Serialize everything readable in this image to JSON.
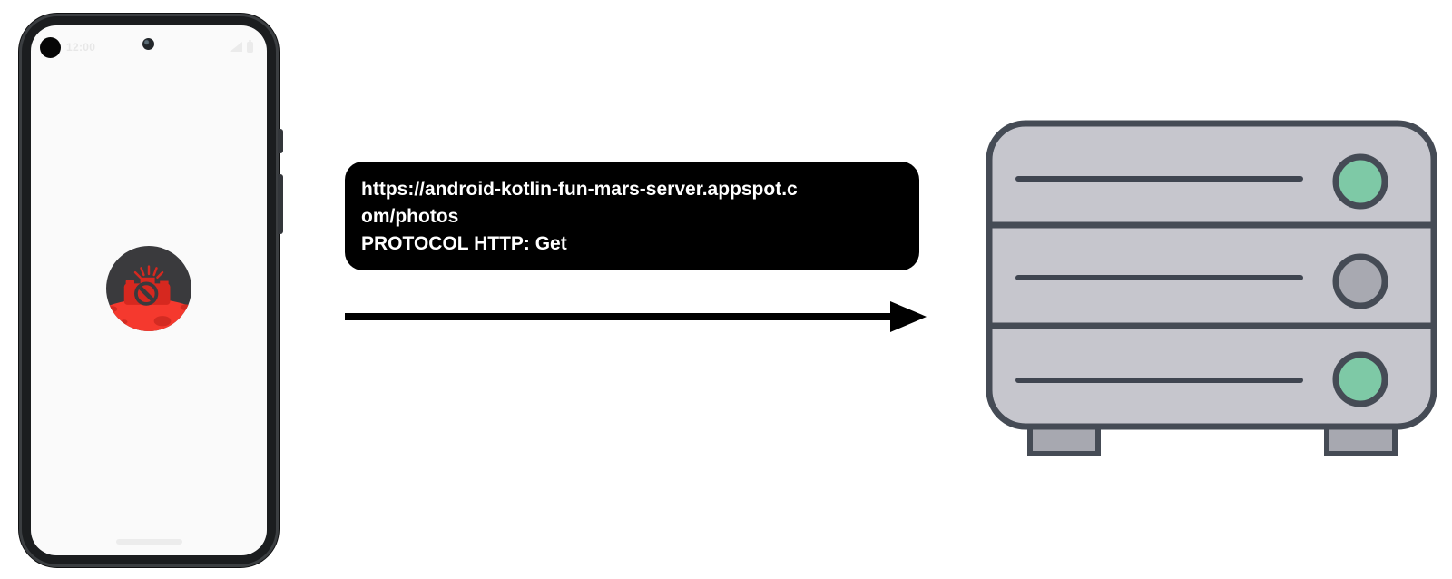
{
  "phone": {
    "status_bar": {
      "time": "12:00"
    },
    "icons": {
      "status_dot": "status-dot-icon",
      "front_camera": "front-camera-icon",
      "signal": "signal-icon",
      "battery": "battery-icon"
    },
    "app_icon": "mars-camera-loading-icon",
    "home_indicator": "home-indicator-pill"
  },
  "request": {
    "lines": [
      "https://android-kotlin-fun-mars-server.appspot.c",
      "om/photos",
      "PROTOCOL HTTP: Get"
    ],
    "url": "https://android-kotlin-fun-mars-server.appspot.com/photos",
    "protocol": "PROTOCOL HTTP: Get",
    "method": "Get",
    "arrow_icon": "right-arrow-icon"
  },
  "server": {
    "icon": "server-rack-icon",
    "rows": 3,
    "leds": [
      "green",
      "gray",
      "green"
    ]
  },
  "colors": {
    "request_box_bg": "#000000",
    "request_text": "#ffffff",
    "phone_frame": "#1b1d1f",
    "phone_screen": "#fafafa",
    "icon_bg_dark": "#3a3a3d",
    "mars_red": "#f5392e",
    "camera_red": "#d6281f",
    "crater_red": "#d32b22",
    "server_body": "#c6c6cd",
    "server_outline": "#454b55",
    "server_slot": "#3f4550",
    "led_green": "#7ec9a6",
    "led_gray": "#a8a9b1",
    "server_foot": "#a7a8b0"
  }
}
